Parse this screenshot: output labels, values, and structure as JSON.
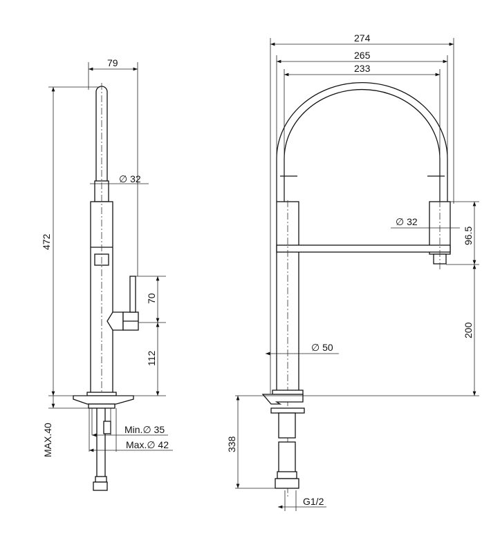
{
  "side_view": {
    "width_79": "79",
    "spout_dia": "∅ 32",
    "height_472": "472",
    "lever_70": "70",
    "lever_112": "112",
    "deck_max": "MAX.40",
    "hole_min": "Min.∅ 35",
    "hole_max": "Max.∅ 42"
  },
  "front_view": {
    "width_274": "274",
    "width_265": "265",
    "width_233": "233",
    "head_dia": "∅ 32",
    "head_96_5": "96.5",
    "height_200": "200",
    "body_dia": "∅ 50",
    "hose_338": "338",
    "thread": "G1/2"
  }
}
